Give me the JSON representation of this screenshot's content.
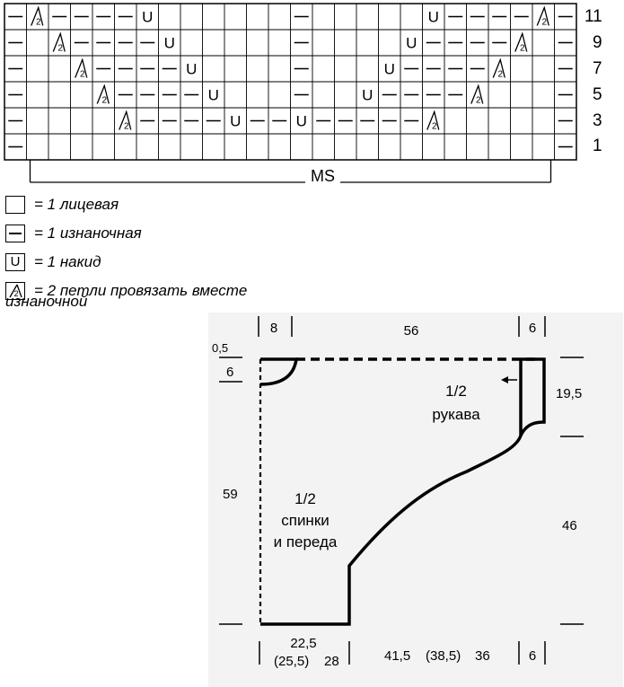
{
  "chart": {
    "row_numbers": [
      "11",
      "9",
      "7",
      "5",
      "3",
      "1"
    ],
    "rows": [
      [
        "-",
        "k2p",
        "-",
        "-",
        "-",
        "-",
        "yo",
        "",
        "",
        "",
        "",
        "",
        "",
        "-",
        "",
        "",
        "",
        "",
        "",
        "yo",
        "-",
        "-",
        "-",
        "-",
        "k2p",
        "-"
      ],
      [
        "-",
        "",
        "k2p",
        "-",
        "-",
        "-",
        "-",
        "yo",
        "",
        "",
        "",
        "",
        "",
        "-",
        "",
        "",
        "",
        "",
        "yo",
        "-",
        "-",
        "-",
        "-",
        "k2p",
        "",
        "-"
      ],
      [
        "-",
        "",
        "",
        "k2p",
        "-",
        "-",
        "-",
        "-",
        "yo",
        "",
        "",
        "",
        "",
        "-",
        "",
        "",
        "",
        "yo",
        "-",
        "-",
        "-",
        "-",
        "k2p",
        "",
        "",
        "-"
      ],
      [
        "-",
        "",
        "",
        "",
        "k2p",
        "-",
        "-",
        "-",
        "-",
        "yo",
        "",
        "",
        "",
        "-",
        "",
        "",
        "yo",
        "-",
        "-",
        "-",
        "-",
        "k2p",
        "",
        "",
        "",
        "-"
      ],
      [
        "-",
        "",
        "",
        "",
        "",
        "k2p",
        "-",
        "-",
        "-",
        "-",
        "yo",
        "-",
        "-",
        "yo",
        "-",
        "-",
        "-",
        "-",
        "-",
        "k2p",
        "",
        "",
        "",
        "",
        "",
        "-"
      ],
      [
        "-",
        "",
        "",
        "",
        "",
        "",
        "",
        "",
        "",
        "",
        "",
        "",
        "",
        "",
        "",
        "",
        "",
        "",
        "",
        "",
        "",
        "",
        "",
        "",
        "",
        "-"
      ]
    ],
    "ms_label": "MS",
    "yo_symbol": "U",
    "dec_symbol": "2"
  },
  "legend": [
    {
      "symbol": "knit",
      "text": "= 1 лицевая"
    },
    {
      "symbol": "purl",
      "text": "= 1 изнаночная"
    },
    {
      "symbol": "yo",
      "text": "= 1 накид"
    },
    {
      "symbol": "k2p",
      "text": "= 2 петли провязать вместе"
    }
  ],
  "legend_continuation": "изнаночной",
  "pattern": {
    "top_dims": [
      "8",
      "56",
      "6"
    ],
    "neck_dims": [
      "0,5",
      "6"
    ],
    "sleeve_label": [
      "1/2",
      "рукава"
    ],
    "body_label": [
      "1/2",
      "спинки",
      "и переда"
    ],
    "left_height": "59",
    "right_upper": "19,5",
    "right_lower": "46",
    "bottom_dims": [
      "22,5",
      "(25,5)",
      "28",
      "41,5",
      "(38,5)",
      "36",
      "6"
    ]
  }
}
